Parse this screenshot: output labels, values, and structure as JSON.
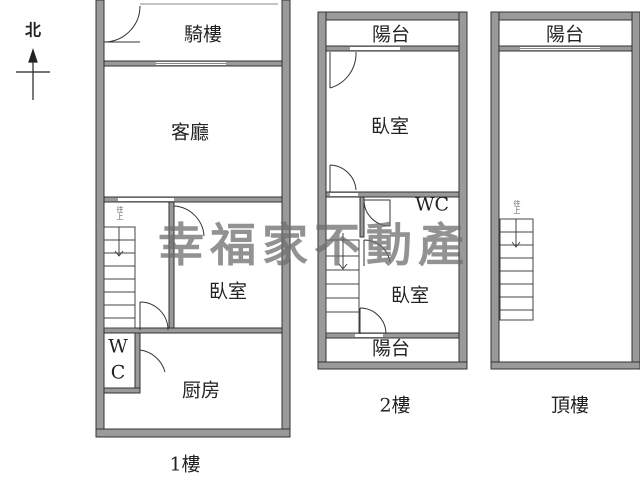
{
  "compass": {
    "label": "北"
  },
  "floors": [
    {
      "title": "1樓",
      "rooms": [
        "騎樓",
        "客廳",
        "臥室",
        "W",
        "C",
        "厨房"
      ],
      "stair_label": "往上"
    },
    {
      "title": "2樓",
      "rooms": [
        "陽台",
        "臥室",
        "WC",
        "臥室",
        "陽台"
      ]
    },
    {
      "title": "頂樓",
      "rooms": [
        "陽台"
      ],
      "stair_label": "往上"
    }
  ],
  "watermark": "幸福家不動產",
  "colors": {
    "wall": "#9a9a9a",
    "outline": "#333333",
    "text": "#222222"
  }
}
